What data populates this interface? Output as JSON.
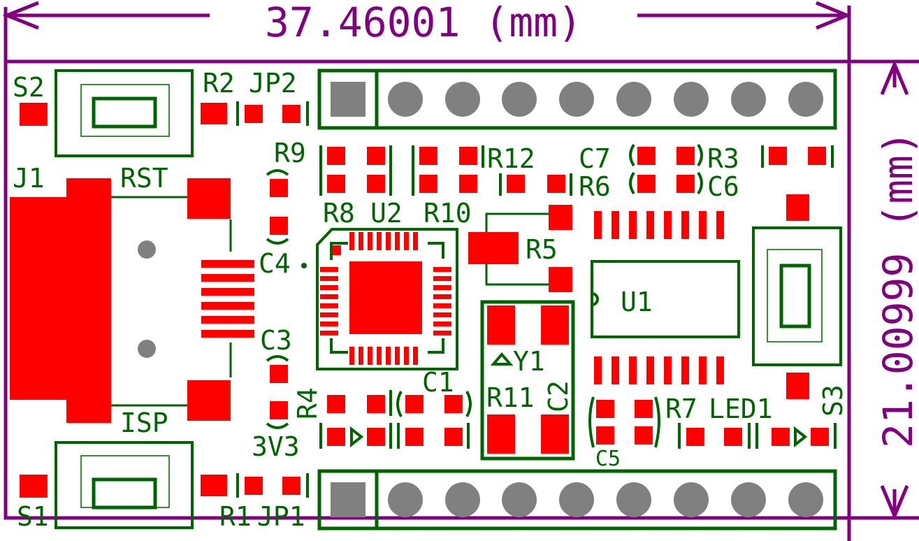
{
  "dimensions": {
    "width_label": "37.46001 (mm)",
    "height_label": "21.00999 (mm)"
  },
  "colors": {
    "dimension": "#800080",
    "silkscreen": "#006400",
    "copper": "#ff0000",
    "drill": "#808080",
    "board": "#ffffff"
  },
  "labels": {
    "S2": "S2",
    "R2": "R2",
    "JP2": "JP2",
    "R9": "R9",
    "R12": "R12",
    "C7": "C7",
    "R3": "R3",
    "R6": "R6",
    "C6": "C6",
    "J1": "J1",
    "RST": "RST",
    "R8": "R8",
    "U2": "U2",
    "R10": "R10",
    "R5": "R5",
    "C4": "C4",
    "U1": "U1",
    "C3": "C3",
    "Y1": "Y1",
    "C2": "C2",
    "R4": "R4",
    "C1": "C1",
    "R11": "R11",
    "R7": "R7",
    "LED1": "LED1",
    "S3": "S3",
    "C5": "C5",
    "ISP": "ISP",
    "3V3": "3V3",
    "S1": "S1",
    "R1": "R1",
    "JP1": "JP1"
  }
}
